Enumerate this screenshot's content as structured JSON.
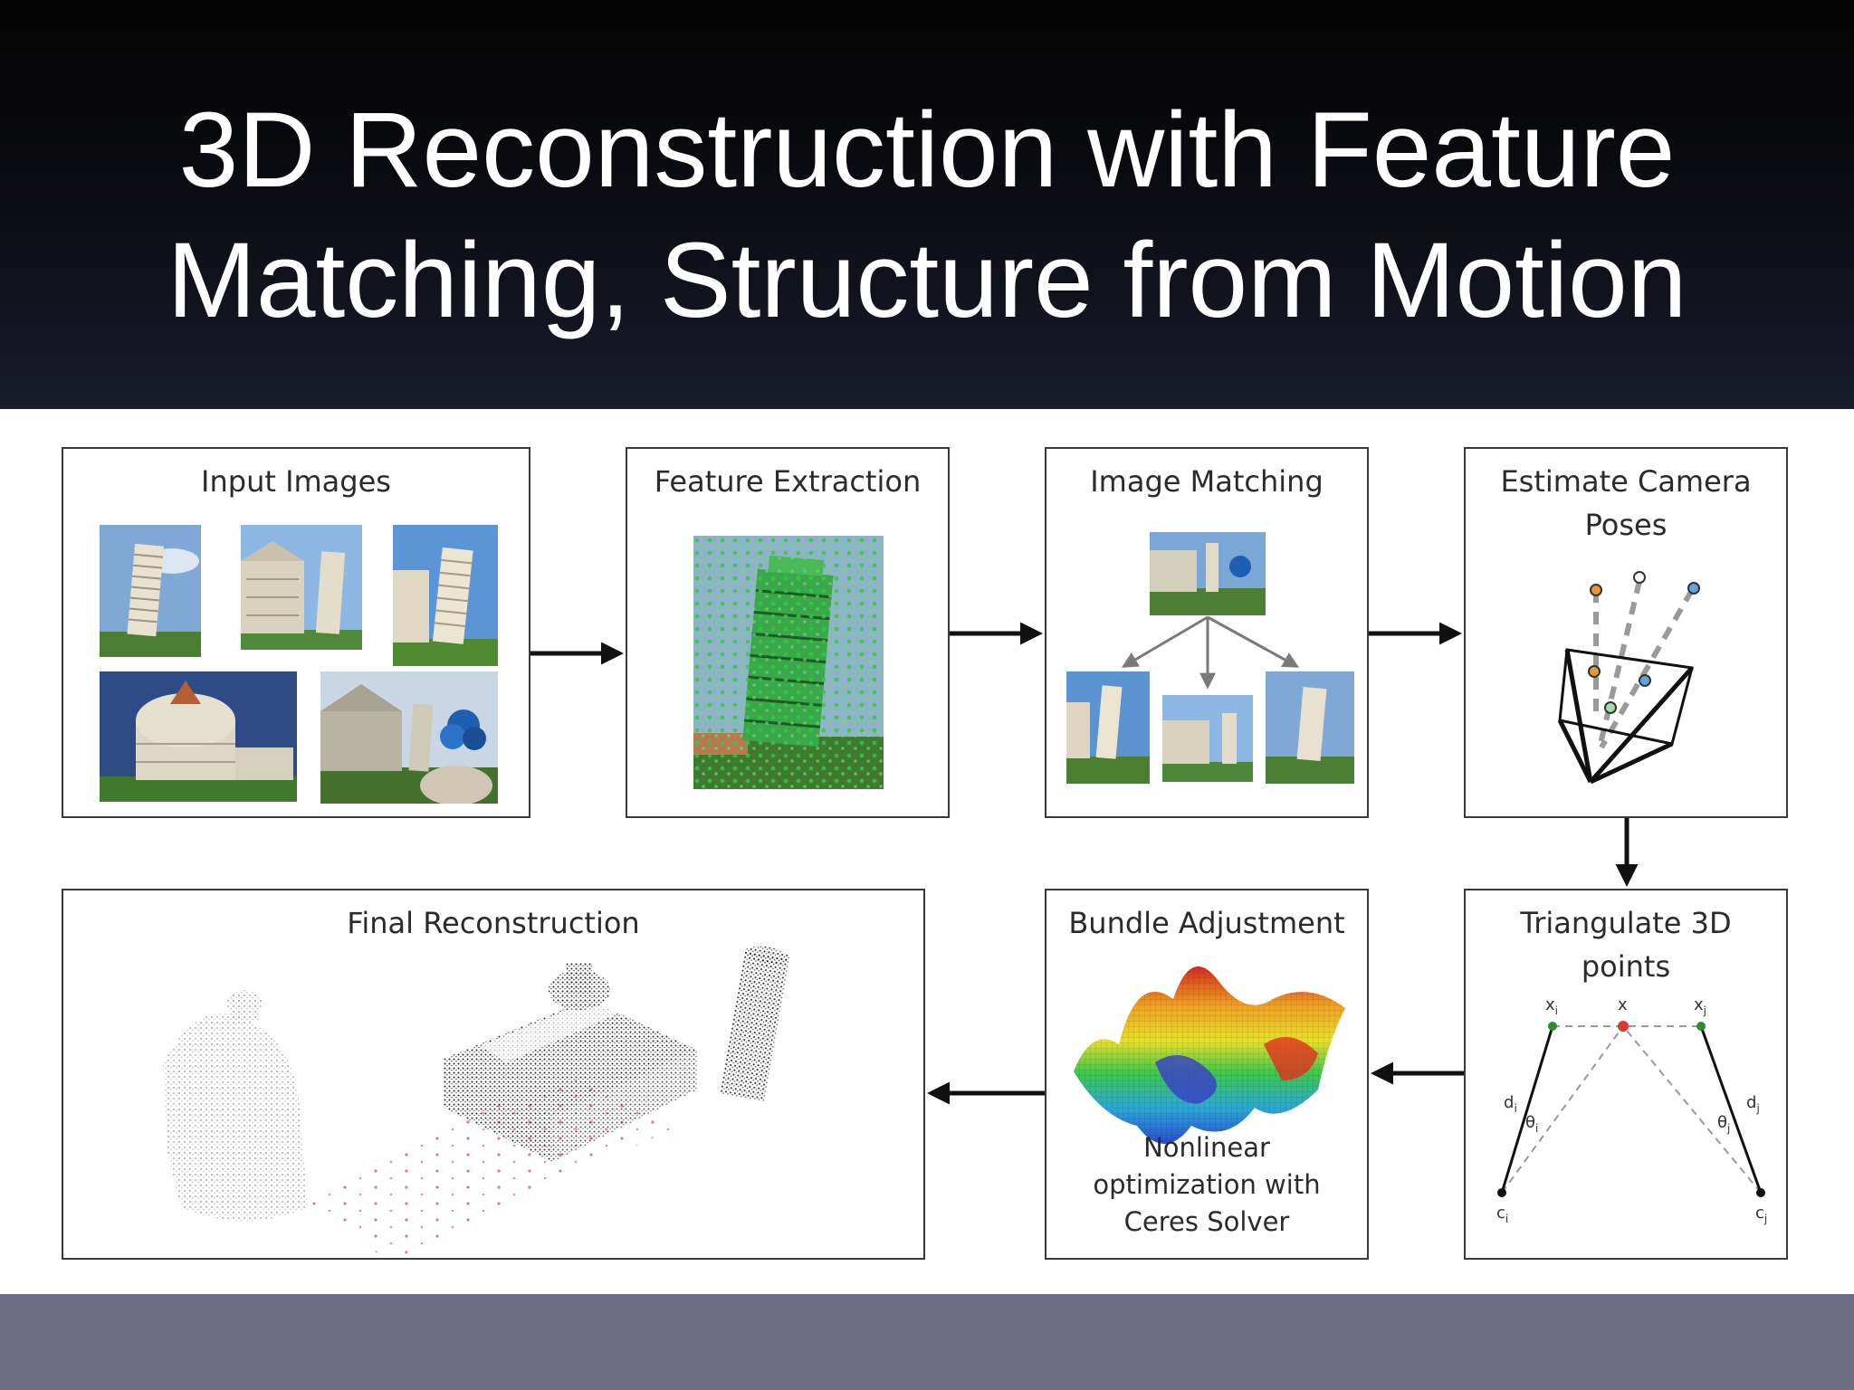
{
  "slide": {
    "title_line1": "3D Reconstruction with Feature",
    "title_line2": "Matching, Structure from Motion"
  },
  "colors": {
    "header_dark": "#030303",
    "footer": "#6c6d84",
    "arrow": "#111111",
    "photo_sky": "#6f9bd1",
    "photo_grass": "#3e7b2c",
    "feature_green": "#2ecc40",
    "camera_orange": "#e39b35",
    "camera_blue": "#5da6d6",
    "triangulate_red": "#d63b2a"
  },
  "pipeline": {
    "input_images": {
      "title": "Input Images",
      "icons": [
        "tower-photo",
        "cathedral-photo",
        "tower-photo",
        "baptistery-photo",
        "cathedral-tower-photo"
      ]
    },
    "feature_extraction": {
      "title": "Feature Extraction",
      "icon": "tower-feature-map"
    },
    "image_matching": {
      "title": "Image Matching",
      "icon": "matching-tree"
    },
    "estimate_camera": {
      "title_line1": "Estimate Camera",
      "title_line2": "Poses",
      "icon": "camera-frustum"
    },
    "triangulate": {
      "title_line1": "Triangulate 3D",
      "title_line2": "points",
      "labels": {
        "xi": "x",
        "xi_sub": "i",
        "x": "x",
        "xj": "x",
        "xj_sub": "j",
        "di": "d",
        "di_sub": "i",
        "dj": "d",
        "dj_sub": "j",
        "theta_i": "θ",
        "theta_i_sub": "i",
        "theta_j": "θ",
        "theta_j_sub": "j",
        "ci": "c",
        "ci_sub": "i",
        "cj": "c",
        "cj_sub": "j"
      }
    },
    "bundle_adjustment": {
      "title": "Bundle Adjustment",
      "caption": [
        "Nonlinear",
        "optimization with",
        "Ceres Solver"
      ],
      "icon": "error-surface-3d"
    },
    "final_reconstruction": {
      "title": "Final Reconstruction",
      "icon": "point-cloud"
    }
  }
}
